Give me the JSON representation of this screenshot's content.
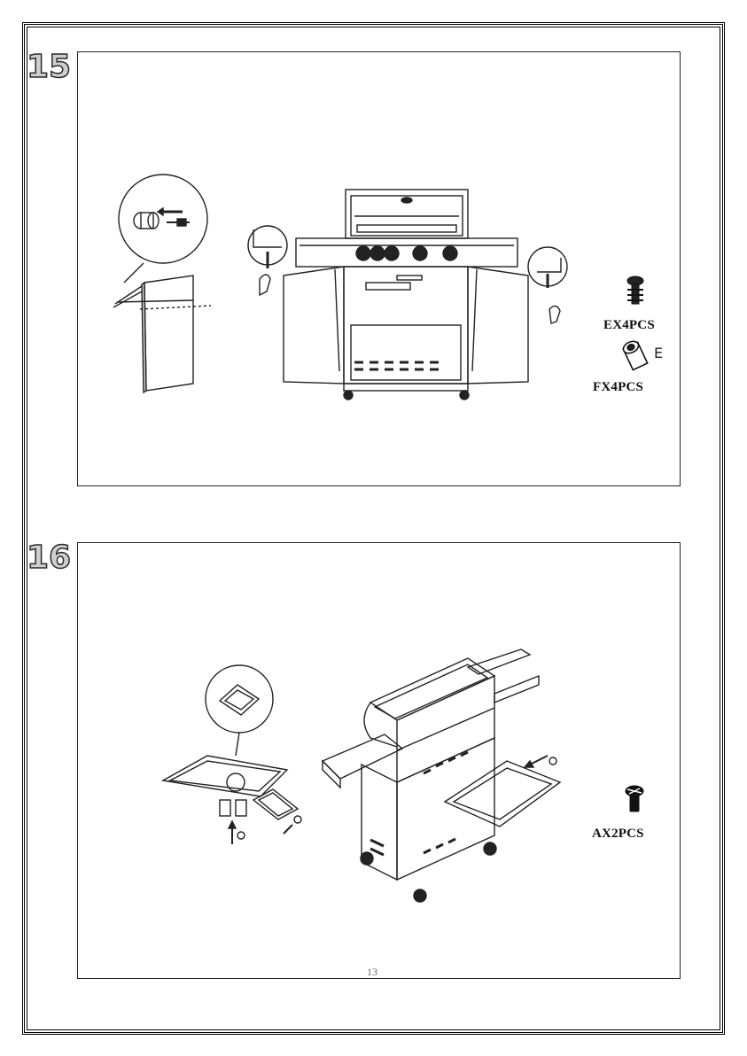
{
  "steps": [
    {
      "number": "15",
      "parts": [
        {
          "icon": "screw-icon",
          "label": "EX4PCS"
        },
        {
          "icon": "spacer-tube-icon",
          "label": "FX4PCS",
          "callout": "E"
        }
      ]
    },
    {
      "number": "16",
      "parts": [
        {
          "icon": "bolt-icon",
          "label": "AX2PCS"
        }
      ]
    }
  ],
  "page_number": "13"
}
